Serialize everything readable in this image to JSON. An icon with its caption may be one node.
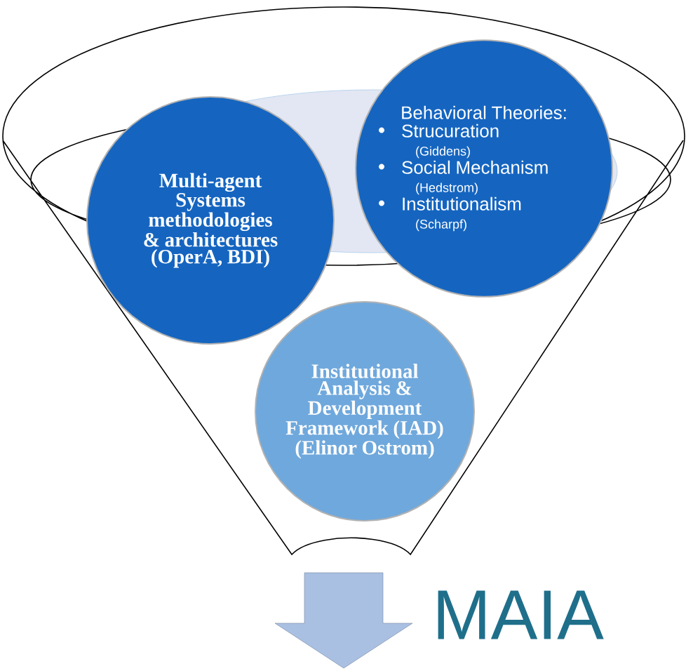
{
  "diagram": {
    "nodes": [
      {
        "text": [
          "Multi-agent Systems methodologies & architectures (OperA, BDI)"
        ]
      },
      {
        "text": [
          "Behavioral Theories:",
          "Strucuration",
          "(Giddens)",
          "Social Mechanism",
          "(Hedstrom)",
          "Institutionalism",
          "(Scharpf)"
        ]
      },
      {
        "text": [
          "Institutional Analysis & Development Framework (**IAD**) (Elinor Ostrom)"
        ]
      }
    ],
    "labels": [
      "MAIA"
    ]
  }
}
